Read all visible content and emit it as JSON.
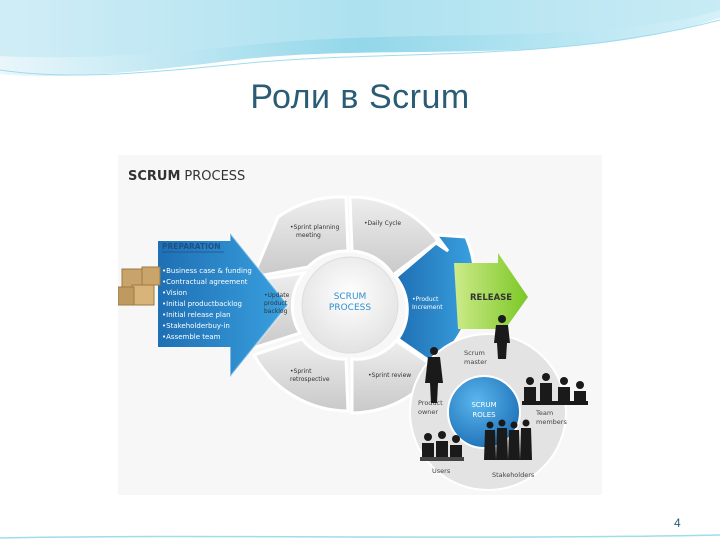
{
  "slide": {
    "title": "Роли в Scrum",
    "page_number": "4"
  },
  "figure": {
    "header_bold": "SCRUM",
    "header_rest": "PROCESS",
    "preparation_title": "PREPARATION",
    "preparation_items": [
      "•Business case & funding",
      "•Contractual agreement",
      "•Vision",
      "•Initial productbacklog",
      "•Initial release plan",
      "•Stakeholderbuy-in",
      "•Assemble team"
    ],
    "center_line1": "SCRUM",
    "center_line2": "PROCESS",
    "segments": {
      "sprint_planning": [
        "•Sprint planning",
        "meeting"
      ],
      "daily_cycle": [
        "•Daily Cycle"
      ],
      "update_backlog": [
        "•Update",
        "product",
        "backlog"
      ],
      "product_increment": [
        "•Product",
        "Increment"
      ],
      "sprint_retro": [
        "•Sprint",
        "retrospective"
      ],
      "sprint_review": [
        "•Sprint review"
      ]
    },
    "release_label": "RELEASE",
    "roles_center_line1": "SCRUM",
    "roles_center_line2": "ROLES",
    "roles": {
      "scrum_master": [
        "Scrum",
        "master"
      ],
      "product_owner": [
        "Product",
        "owner"
      ],
      "team_members": [
        "Team",
        "members"
      ],
      "users": [
        "Users"
      ],
      "stakeholders": [
        "Stakeholders"
      ]
    }
  },
  "colors": {
    "title": "#2a5d75",
    "arrow_blue": "#2e8fd0",
    "release_green": "#8fd033",
    "ring_gray": "#d9d9d9",
    "roles_blue": "#2b8ad0"
  }
}
